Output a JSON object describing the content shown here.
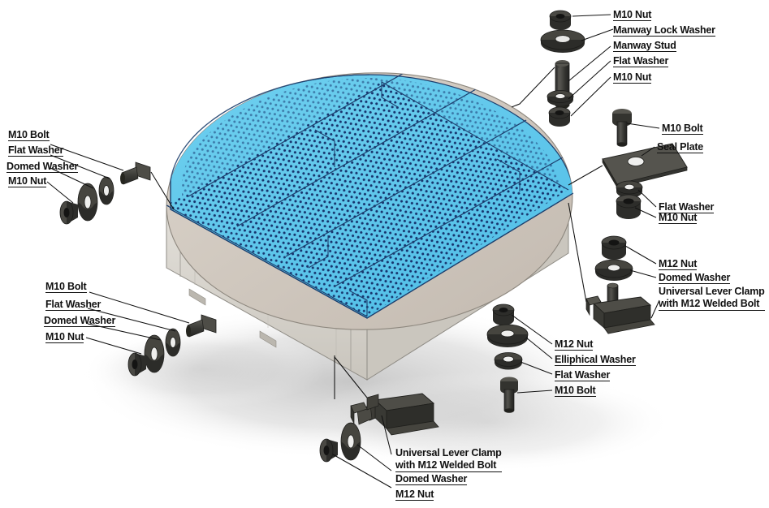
{
  "diagram": {
    "title": "Exploded assembly view of circular perforated deck platform",
    "background_color": "#ffffff",
    "deck_color": "#5ec6ea",
    "deck_edge_color": "#1d3f6e",
    "body_color": "#d9d6cf",
    "rim_color": "#cfc7bd",
    "hardware_color": "#3a3a38",
    "shadow_color": "#cfcfcf"
  },
  "callouts": {
    "manway_stack": [
      {
        "id": "manway-nut-top",
        "text": "M10 Nut"
      },
      {
        "id": "manway-lock-washer",
        "text": "Manway Lock Washer"
      },
      {
        "id": "manway-stud",
        "text": "Manway Stud"
      },
      {
        "id": "manway-flat-washer",
        "text": "Flat Washer"
      },
      {
        "id": "manway-nut-bottom",
        "text": "M10 Nut"
      }
    ],
    "seal_plate_stack": [
      {
        "id": "seal-m10-bolt",
        "text": "M10 Bolt"
      },
      {
        "id": "seal-plate",
        "text": "Seal Plate"
      },
      {
        "id": "seal-flat-washer",
        "text": "Flat Washer"
      },
      {
        "id": "seal-m10-nut",
        "text": "M10 Nut"
      }
    ],
    "left_upper_stack": [
      {
        "id": "lu-m10-bolt",
        "text": "M10 Bolt"
      },
      {
        "id": "lu-flat-washer",
        "text": "Flat Washer"
      },
      {
        "id": "lu-domed-washer",
        "text": "Domed Washer"
      },
      {
        "id": "lu-m10-nut",
        "text": "M10 Nut"
      }
    ],
    "left_lower_stack": [
      {
        "id": "ll-m10-bolt",
        "text": "M10 Bolt"
      },
      {
        "id": "ll-flat-washer",
        "text": "Flat Washer"
      },
      {
        "id": "ll-domed-washer",
        "text": "Domed Washer"
      },
      {
        "id": "ll-m10-nut",
        "text": "M10 Nut"
      }
    ],
    "right_clamp_stack": [
      {
        "id": "rc-m12-nut",
        "text": "M12 Nut"
      },
      {
        "id": "rc-domed-washer",
        "text": "Domed Washer"
      }
    ],
    "right_clamp_label": {
      "id": "rc-universal-lever-clamp",
      "line1": "Universal Lever Clamp",
      "line2": "with M12 Welded Bolt"
    },
    "right_lower_stack": [
      {
        "id": "rl-m12-nut",
        "text": "M12 Nut"
      },
      {
        "id": "rl-elliphical-washer",
        "text": "Elliphical Washer"
      },
      {
        "id": "rl-flat-washer",
        "text": "Flat Washer"
      },
      {
        "id": "rl-m10-bolt",
        "text": "M10 Bolt"
      }
    ],
    "bottom_clamp_label": {
      "id": "bc-universal-lever-clamp",
      "line1": "Universal Lever Clamp",
      "line2": "with M12 Welded Bolt"
    },
    "bottom_stack": [
      {
        "id": "bc-domed-washer",
        "text": "Domed Washer"
      },
      {
        "id": "bc-m12-nut",
        "text": "M12 Nut"
      }
    ]
  }
}
